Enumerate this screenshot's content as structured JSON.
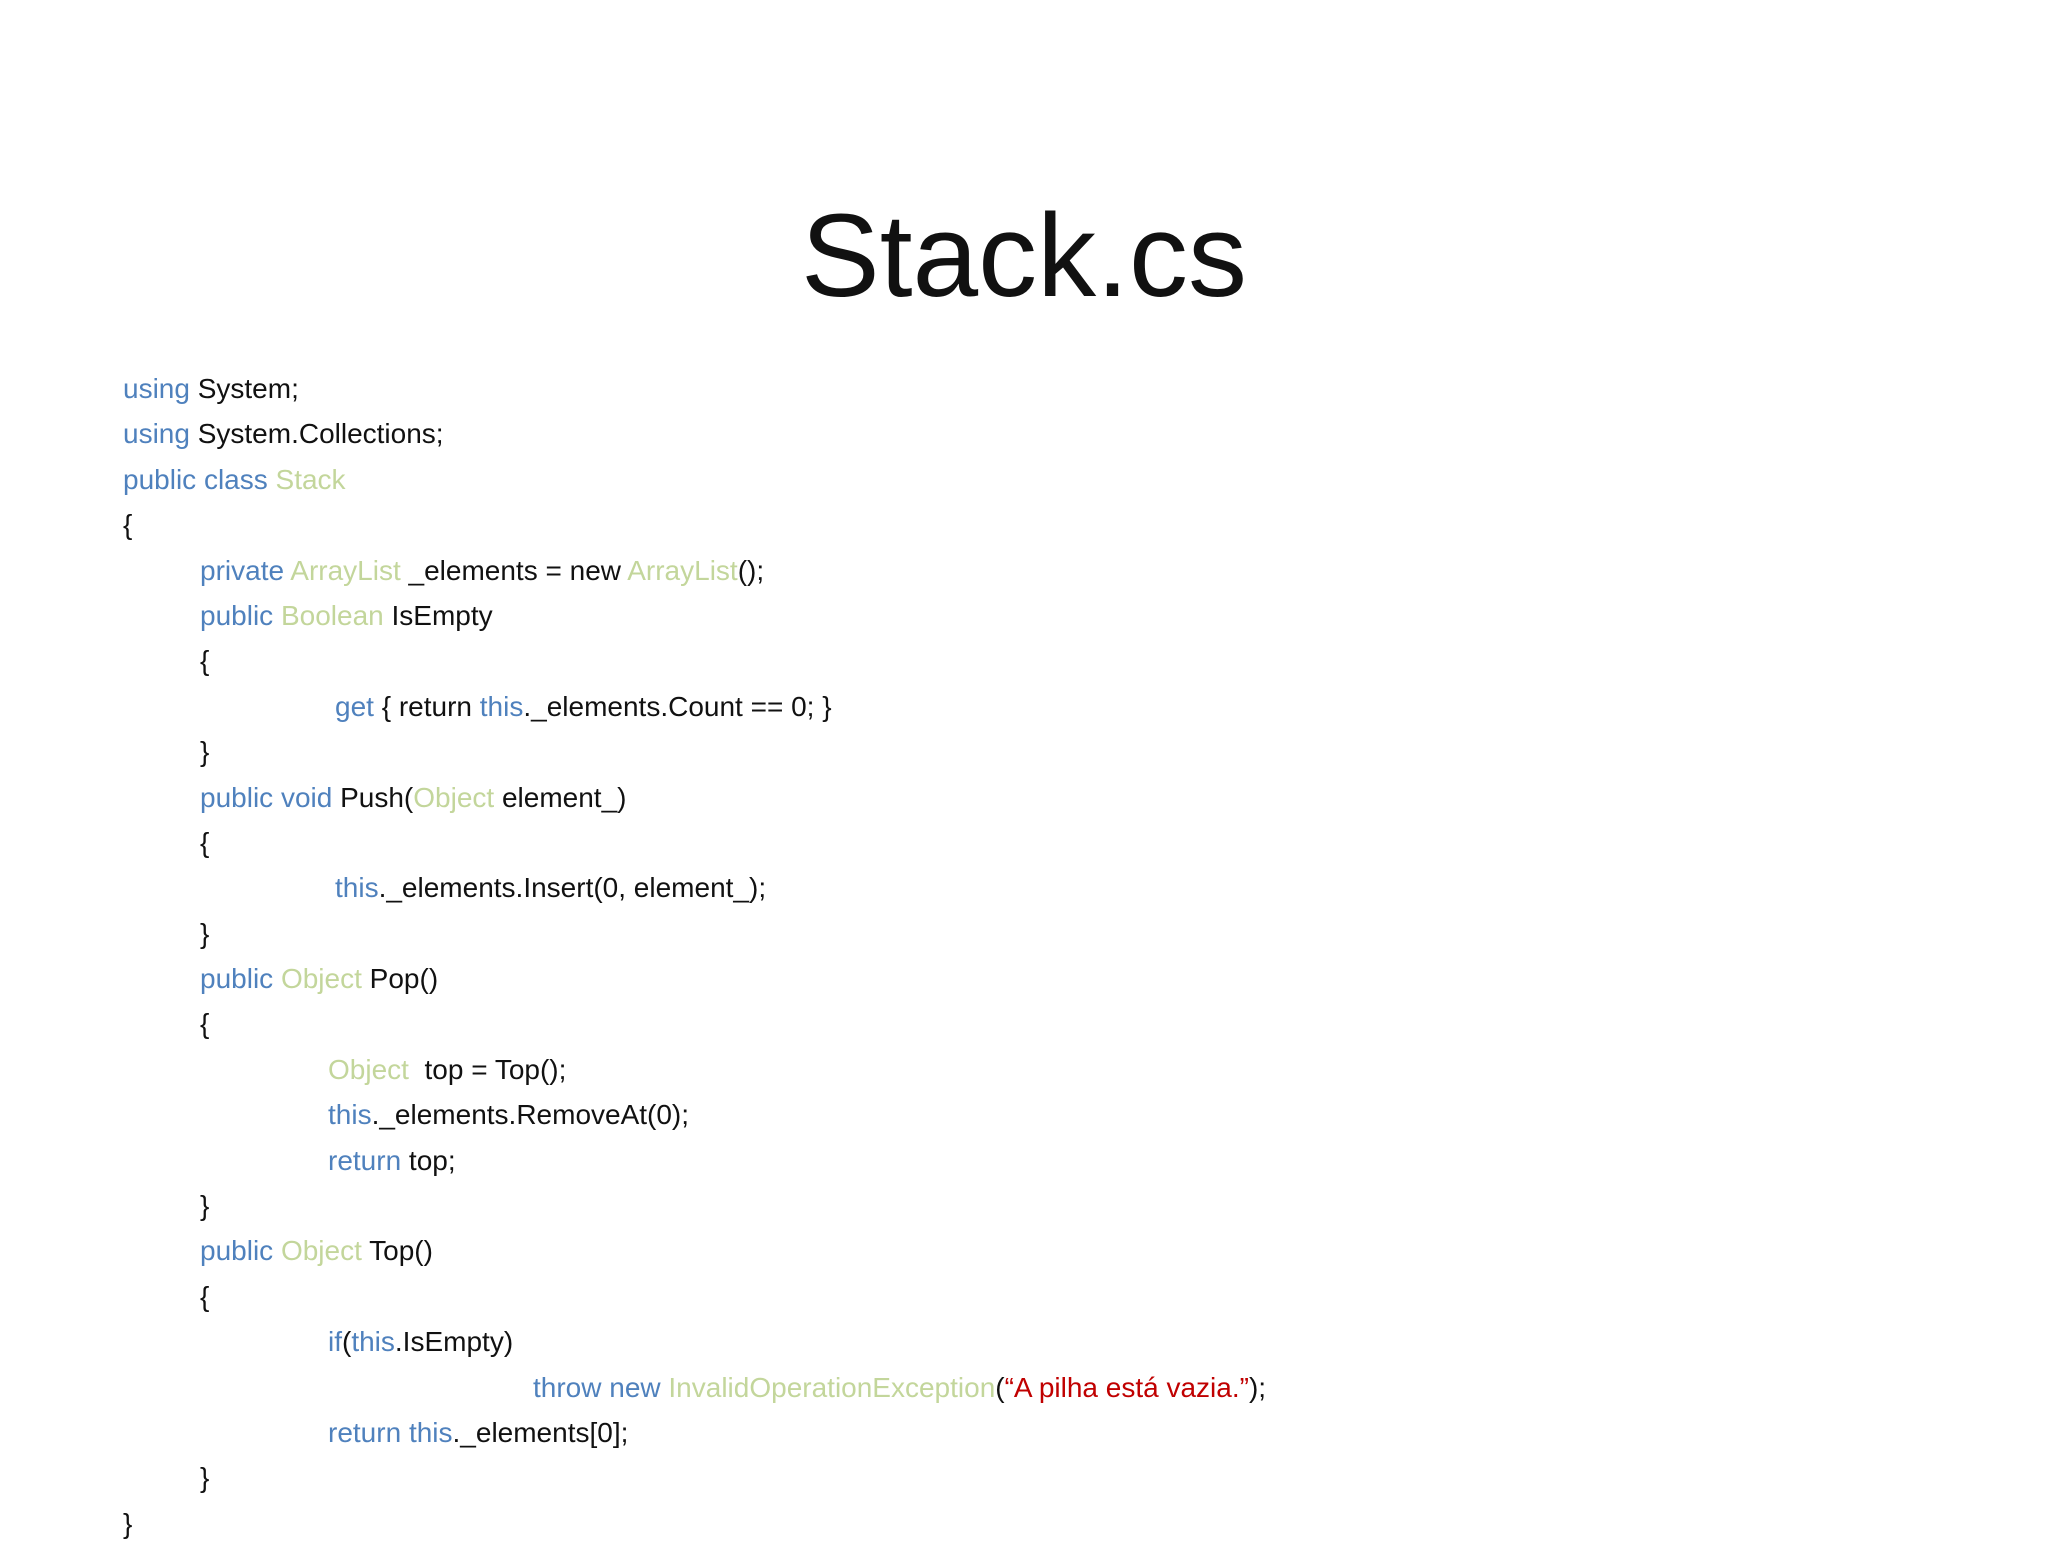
{
  "title": "Stack.cs",
  "colors": {
    "keyword": "#4f81bd",
    "type": "#c3d69b",
    "string": "#c00000",
    "plain": "#111111",
    "background": "#ffffff"
  },
  "code": [
    {
      "indent": 0,
      "tokens": [
        {
          "t": "using",
          "k": "keyword"
        },
        {
          "t": " System;",
          "k": "plain"
        }
      ]
    },
    {
      "indent": 0,
      "tokens": [
        {
          "t": "using",
          "k": "keyword"
        },
        {
          "t": " System.Collections;",
          "k": "plain"
        }
      ]
    },
    {
      "indent": 0,
      "tokens": [
        {
          "t": "public class",
          "k": "keyword"
        },
        {
          "t": " ",
          "k": "plain"
        },
        {
          "t": "Stack",
          "k": "type"
        }
      ]
    },
    {
      "indent": 0,
      "tokens": [
        {
          "t": "{",
          "k": "plain"
        }
      ]
    },
    {
      "indent": 1,
      "tokens": [
        {
          "t": "private",
          "k": "keyword"
        },
        {
          "t": " ",
          "k": "plain"
        },
        {
          "t": "ArrayList",
          "k": "type"
        },
        {
          "t": " _elements = new ",
          "k": "plain"
        },
        {
          "t": "ArrayList",
          "k": "type"
        },
        {
          "t": "();",
          "k": "plain"
        }
      ]
    },
    {
      "indent": 1,
      "tokens": [
        {
          "t": "public",
          "k": "keyword"
        },
        {
          "t": " ",
          "k": "plain"
        },
        {
          "t": "Boolean",
          "k": "type"
        },
        {
          "t": " IsEmpty",
          "k": "plain"
        }
      ]
    },
    {
      "indent": 1,
      "tokens": [
        {
          "t": "{",
          "k": "plain"
        }
      ]
    },
    {
      "indent": 2,
      "tokens": [
        {
          "t": "get",
          "k": "keyword"
        },
        {
          "t": " { return ",
          "k": "plain"
        },
        {
          "t": "this",
          "k": "keyword"
        },
        {
          "t": "._elements.Count == 0; }",
          "k": "plain"
        }
      ]
    },
    {
      "indent": 1,
      "tokens": [
        {
          "t": "}",
          "k": "plain"
        }
      ]
    },
    {
      "indent": 1,
      "tokens": [
        {
          "t": "public void",
          "k": "keyword"
        },
        {
          "t": " Push(",
          "k": "plain"
        },
        {
          "t": "Object",
          "k": "type"
        },
        {
          "t": " element_)",
          "k": "plain"
        }
      ]
    },
    {
      "indent": 1,
      "tokens": [
        {
          "t": "{",
          "k": "plain"
        }
      ]
    },
    {
      "indent": 2,
      "tokens": [
        {
          "t": "this",
          "k": "keyword"
        },
        {
          "t": "._elements.Insert(0, element_);",
          "k": "plain"
        }
      ]
    },
    {
      "indent": 1,
      "tokens": [
        {
          "t": "}",
          "k": "plain"
        }
      ]
    },
    {
      "indent": 1,
      "tokens": [
        {
          "t": "public",
          "k": "keyword"
        },
        {
          "t": " ",
          "k": "plain"
        },
        {
          "t": "Object",
          "k": "type"
        },
        {
          "t": " Pop()",
          "k": "plain"
        }
      ]
    },
    {
      "indent": 1,
      "tokens": [
        {
          "t": "{",
          "k": "plain"
        }
      ]
    },
    {
      "indent": 3,
      "tokens": [
        {
          "t": "Object",
          "k": "type"
        },
        {
          "t": "  top = Top();",
          "k": "plain"
        }
      ]
    },
    {
      "indent": 3,
      "tokens": [
        {
          "t": "this",
          "k": "keyword"
        },
        {
          "t": "._elements.RemoveAt(0);",
          "k": "plain"
        }
      ]
    },
    {
      "indent": 3,
      "tokens": [
        {
          "t": "return",
          "k": "keyword"
        },
        {
          "t": " top;",
          "k": "plain"
        }
      ]
    },
    {
      "indent": 1,
      "tokens": [
        {
          "t": "}",
          "k": "plain"
        }
      ]
    },
    {
      "indent": 1,
      "tokens": [
        {
          "t": "public",
          "k": "keyword"
        },
        {
          "t": " ",
          "k": "plain"
        },
        {
          "t": "Object",
          "k": "type"
        },
        {
          "t": " Top()",
          "k": "plain"
        }
      ]
    },
    {
      "indent": 1,
      "tokens": [
        {
          "t": "{",
          "k": "plain"
        }
      ]
    },
    {
      "indent": 3,
      "tokens": [
        {
          "t": "if",
          "k": "keyword"
        },
        {
          "t": "(",
          "k": "plain"
        },
        {
          "t": "this",
          "k": "keyword"
        },
        {
          "t": ".IsEmpty)",
          "k": "plain"
        }
      ]
    },
    {
      "indent": 4,
      "tokens": [
        {
          "t": "throw new",
          "k": "keyword"
        },
        {
          "t": " ",
          "k": "plain"
        },
        {
          "t": "InvalidOperationException",
          "k": "type"
        },
        {
          "t": "(",
          "k": "plain"
        },
        {
          "t": "“A pilha está vazia.”",
          "k": "string"
        },
        {
          "t": ");",
          "k": "plain"
        }
      ]
    },
    {
      "indent": 3,
      "tokens": [
        {
          "t": "return",
          "k": "keyword"
        },
        {
          "t": " ",
          "k": "plain"
        },
        {
          "t": "this",
          "k": "keyword"
        },
        {
          "t": "._elements[0];",
          "k": "plain"
        }
      ]
    },
    {
      "indent": 1,
      "tokens": [
        {
          "t": "}",
          "k": "plain"
        }
      ]
    },
    {
      "indent": 0,
      "tokens": [
        {
          "t": "}",
          "k": "plain"
        }
      ]
    }
  ]
}
